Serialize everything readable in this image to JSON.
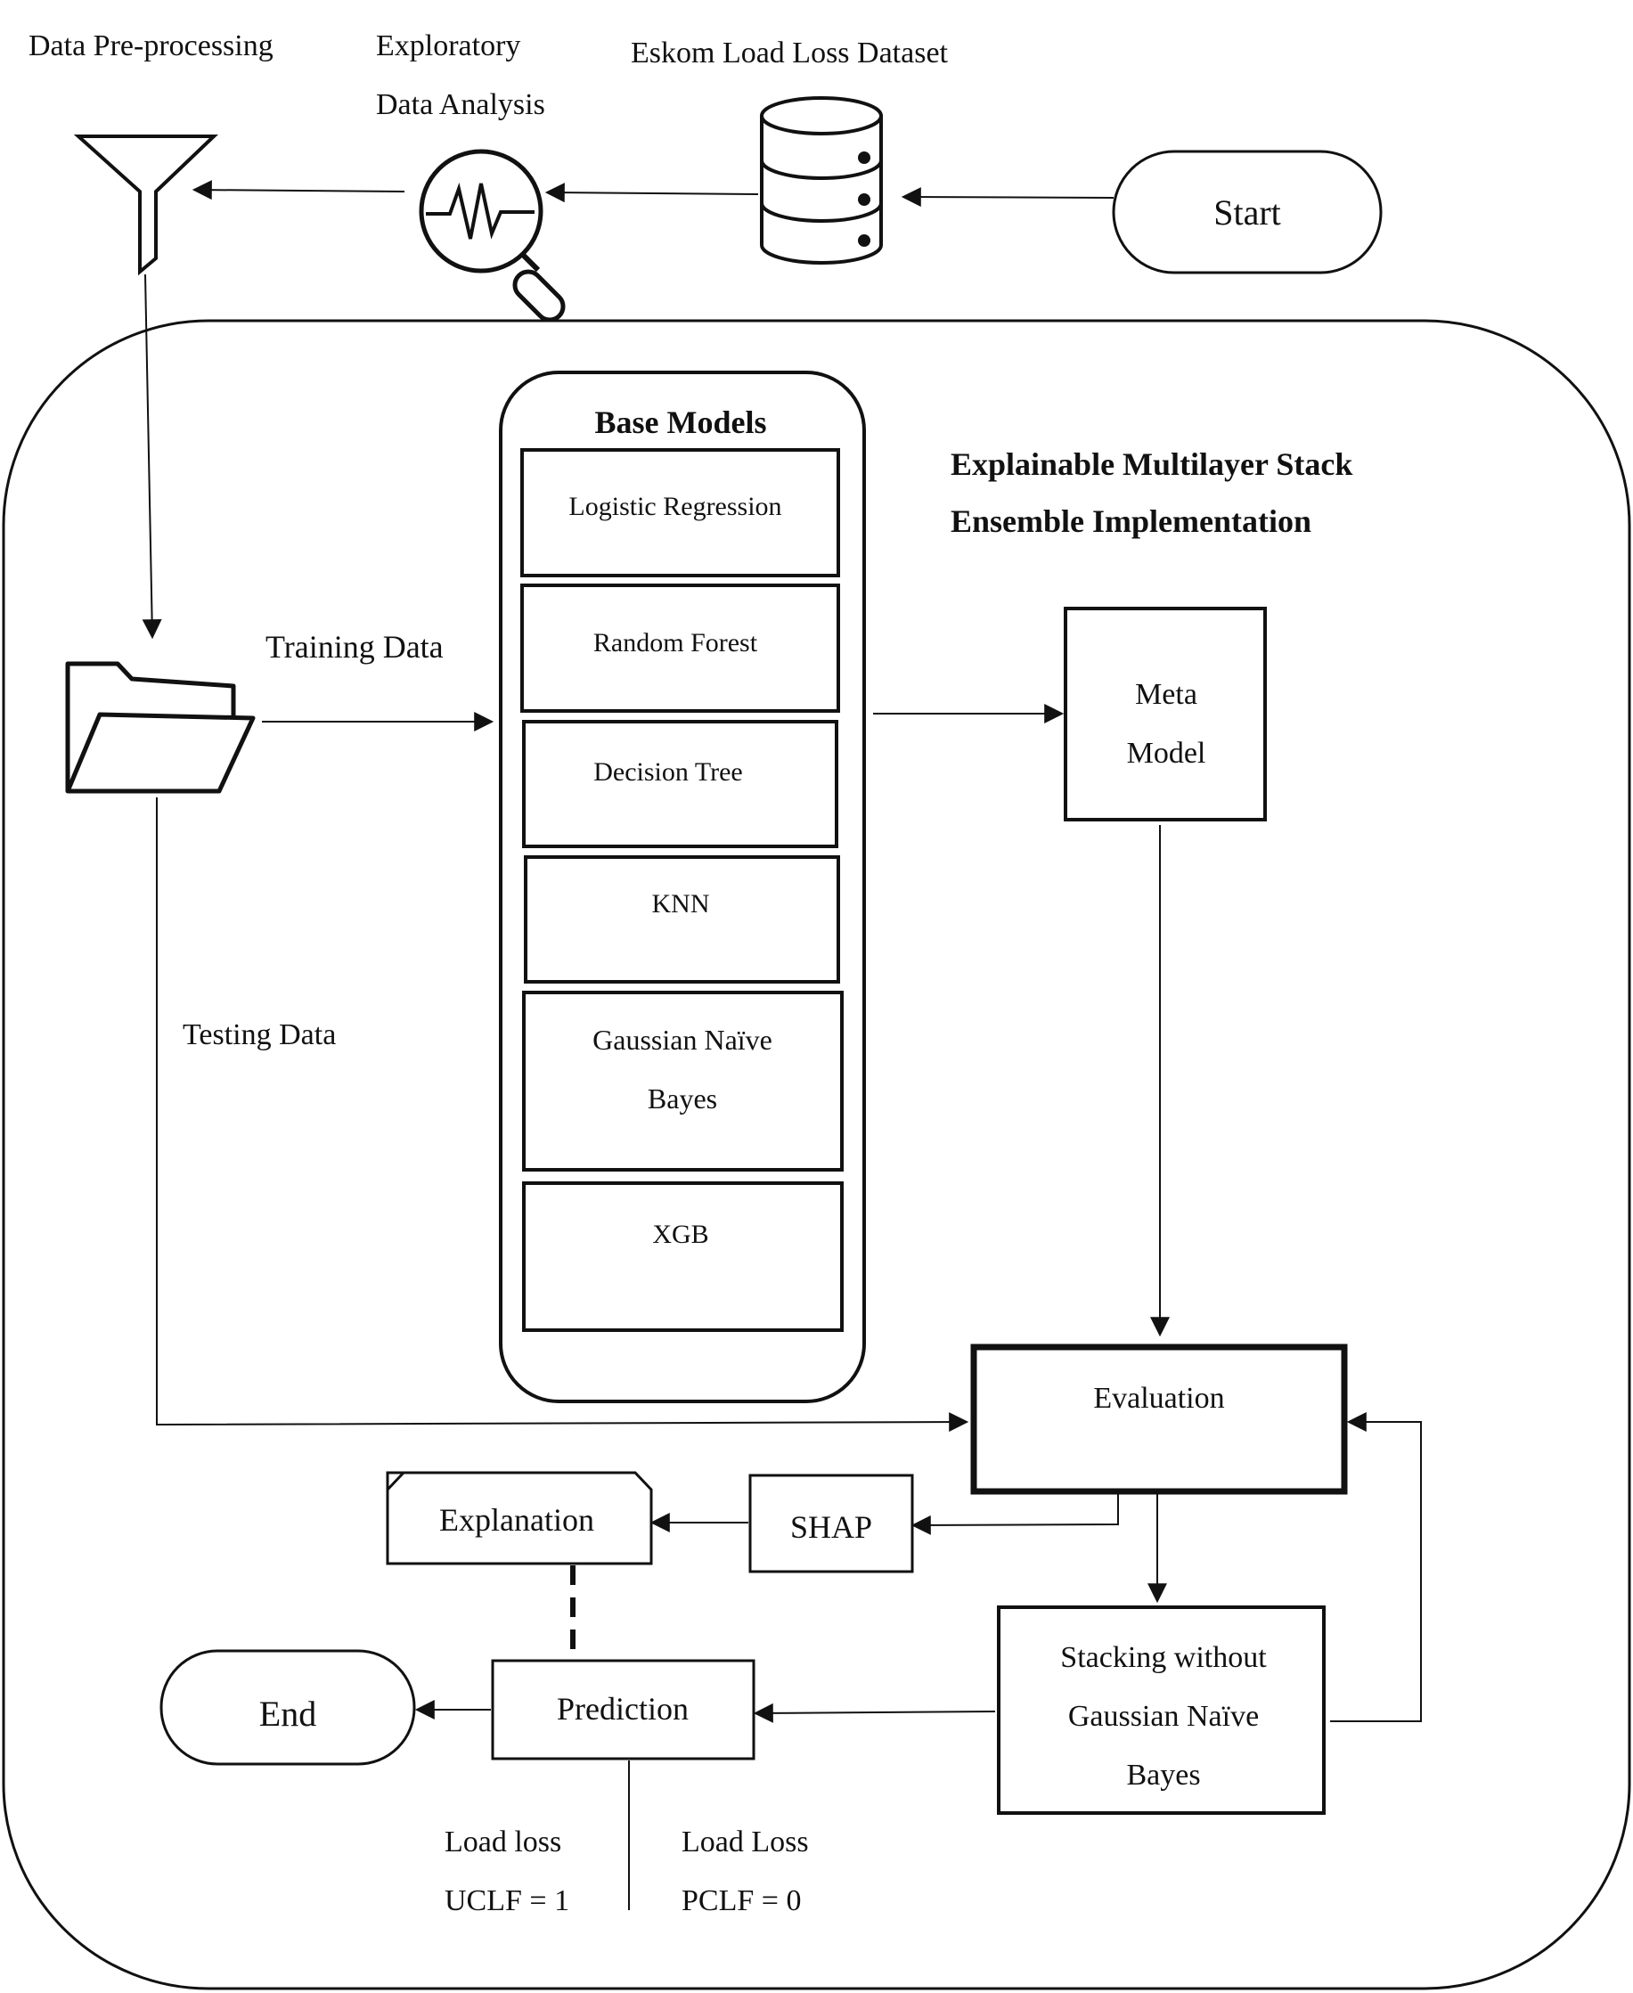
{
  "top_labels": {
    "preprocessing": "Data Pre-processing",
    "eda_line1": "Exploratory",
    "eda_line2": "Data Analysis",
    "dataset": "Eskom Load Loss Dataset"
  },
  "start": "Start",
  "end": "End",
  "base_models": {
    "title": "Base Models",
    "logistic": "Logistic Regression",
    "random_forest": "Random Forest",
    "decision_tree": "Decision Tree",
    "knn": "KNN",
    "gnb_line1": "Gaussian Naïve",
    "gnb_line2": "Bayes",
    "xgb": "XGB"
  },
  "ensemble_title_line1": "Explainable Multilayer Stack",
  "ensemble_title_line2": "Ensemble Implementation",
  "training_data": "Training Data",
  "testing_data": "Testing Data",
  "meta_line1": "Meta",
  "meta_line2": "Model",
  "evaluation": "Evaluation",
  "shap": "SHAP",
  "explanation": "Explanation",
  "stacking_line1": "Stacking without",
  "stacking_line2": "Gaussian Naïve",
  "stacking_line3": "Bayes",
  "prediction": "Prediction",
  "outcomes": {
    "left_line1": "Load loss",
    "left_line2": "UCLF = 1",
    "right_line1": "Load Loss",
    "right_line2": "PCLF = 0"
  }
}
